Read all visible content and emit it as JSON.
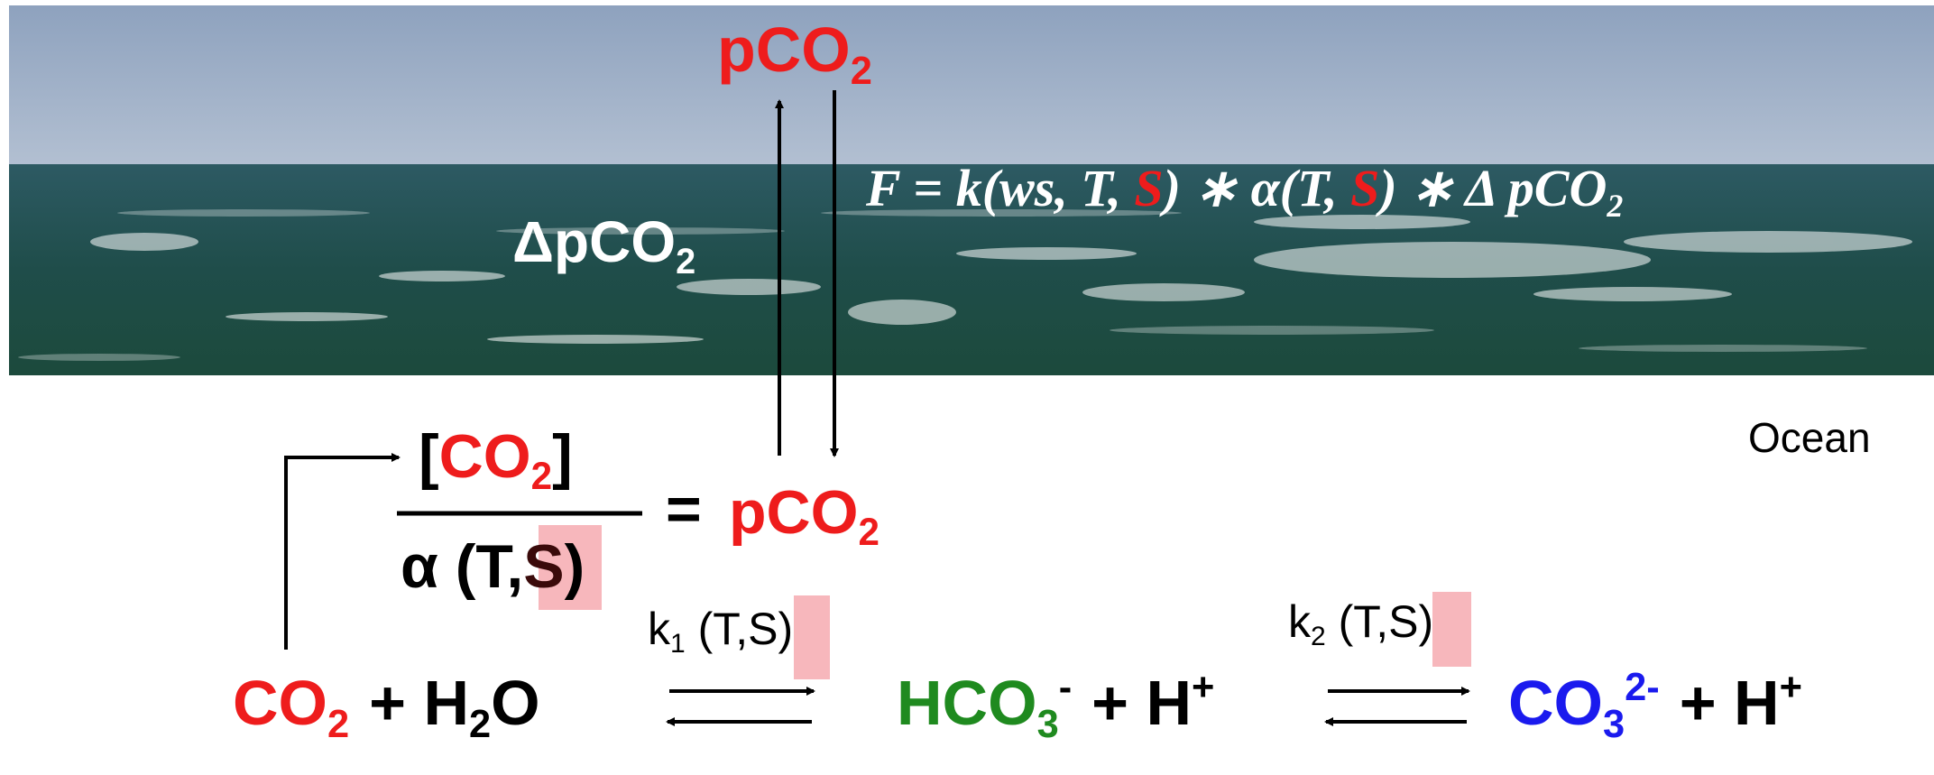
{
  "diagram": {
    "ocean_label": "Ocean",
    "atm_pco2": {
      "text": "pCO",
      "sub": "2"
    },
    "delta_pco2": {
      "text": "ΔpCO",
      "sub": "2"
    },
    "flux_equation": {
      "f_eq_k": "F = k(",
      "ws_t": "ws, T, ",
      "s1": "S",
      "mid": ") ∗  α(T, ",
      "s2": "S",
      "tail": ") ∗  Δ pCO",
      "sub": "2"
    },
    "fraction": {
      "num_open": "[",
      "num_co": "CO",
      "num_sub": "2",
      "num_close": "]",
      "den_pre": "α (T,",
      "den_s": "S",
      "den_close": ")",
      "equals": "=",
      "rhs": "pCO",
      "rhs_sub": "2"
    },
    "reaction": {
      "co2": "CO",
      "co2_sub": "2",
      "plus_h2o": "+ H",
      "h2o_sub": "2",
      "h2o_o": "O",
      "k1": "k",
      "k1_sub": "1",
      "k1_args": " (T,S)",
      "hco3": "HCO",
      "hco3_sub": "3",
      "hco3_sup": "-",
      "plus_h1": "+ H",
      "h_sup1": "+",
      "k2": "k",
      "k2_sub": "2",
      "k2_args": " (T,S)",
      "co3": "CO",
      "co3_sub": "3",
      "co3_sup": "2-",
      "plus_h2": "+ H",
      "h_sup2": "+"
    },
    "colors": {
      "co2": "#ee1c1c",
      "bicarbonate": "#1f8a1f",
      "carbonate": "#1a1aee",
      "salinity_highlight": "#f7b7bc"
    }
  }
}
